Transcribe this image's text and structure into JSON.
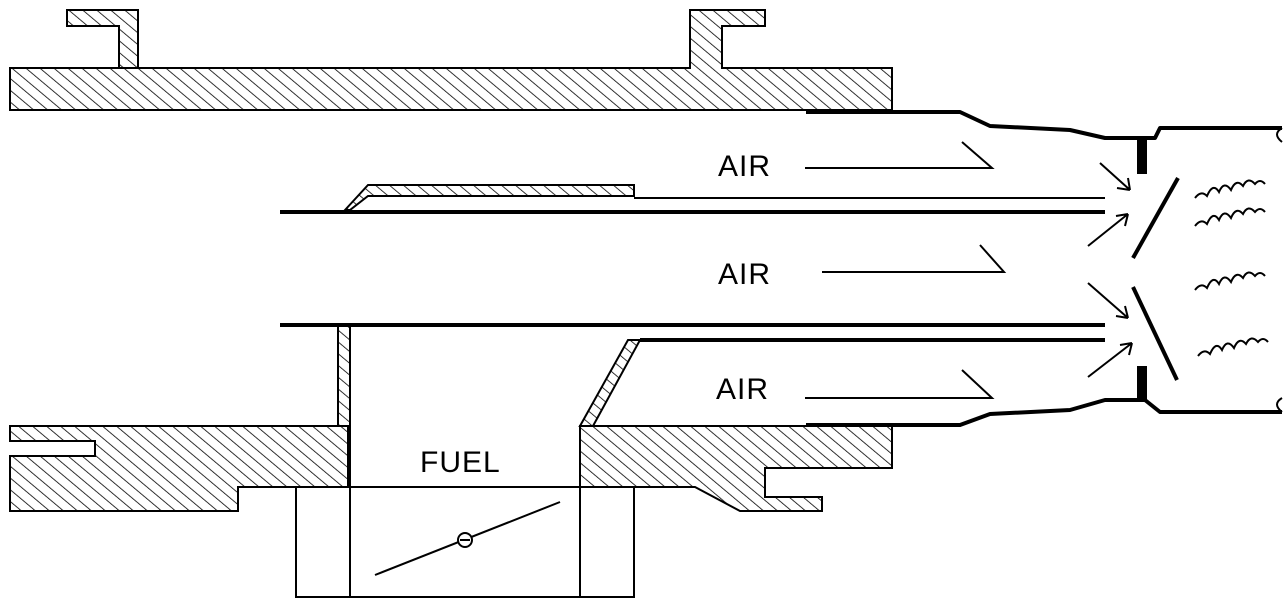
{
  "labels": {
    "air_top": "AIR",
    "air_middle": "AIR",
    "air_bottom": "AIR",
    "fuel": "FUEL"
  },
  "colors": {
    "line": "#000000",
    "background": "#ffffff"
  }
}
